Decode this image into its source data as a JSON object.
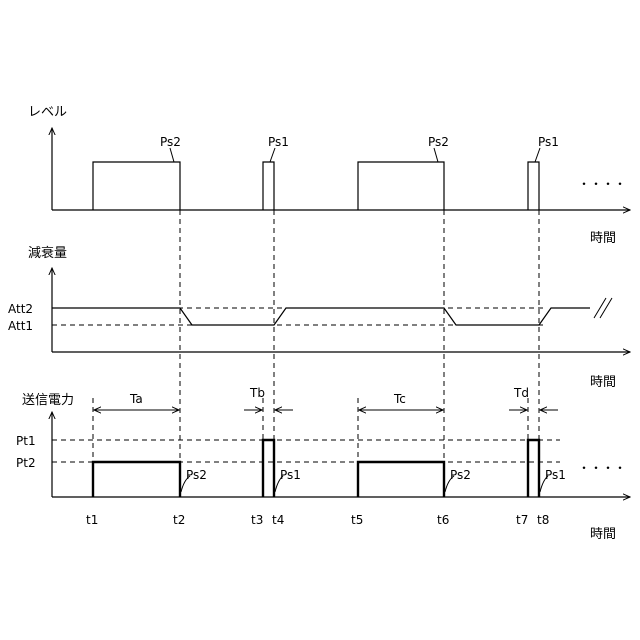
{
  "panels": {
    "level": {
      "ylabel": "レベル",
      "xlabel": "時間"
    },
    "attenuation": {
      "ylabel": "減衰量",
      "xlabel": "時間",
      "levels": [
        "Att2",
        "Att1"
      ]
    },
    "power": {
      "ylabel": "送信電力",
      "xlabel": "時間",
      "levels": [
        "Pt1",
        "Pt2"
      ]
    }
  },
  "signals": [
    "Ps2",
    "Ps1",
    "Ps2",
    "Ps1"
  ],
  "power_signals": [
    "Ps2",
    "Ps1",
    "Ps2",
    "Ps1"
  ],
  "durations": [
    "Ta",
    "Tb",
    "Tc",
    "Td"
  ],
  "times": [
    "t1",
    "t2",
    "t3",
    "t4",
    "t5",
    "t6",
    "t7",
    "t8"
  ],
  "ellipsis": "・・・・"
}
